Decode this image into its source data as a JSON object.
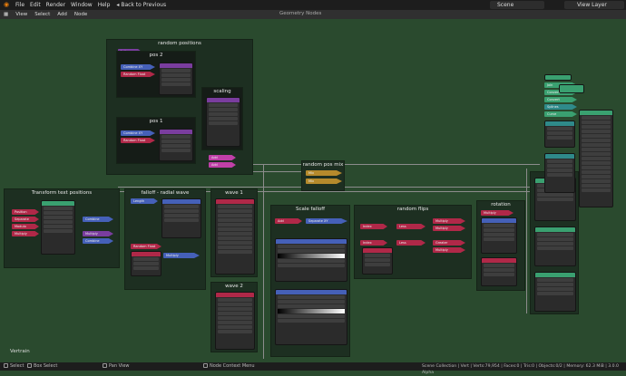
{
  "topbar": {
    "menu": [
      "File",
      "Edit",
      "Render",
      "Window",
      "Help"
    ],
    "back_label": "Back to Previous",
    "scene": "Scene",
    "view_layer": "View Layer"
  },
  "header": {
    "menu": [
      "View",
      "Select",
      "Add",
      "Node"
    ],
    "tree_name": "Geometry Nodes"
  },
  "frames": {
    "random_positions": "random positions",
    "pos2": "pos 2",
    "pos1": "pos 1",
    "scaling": "scaling",
    "random_pos_mix": "random pos mix",
    "transform_text": "Transform text positions",
    "falloff_radial": "falloff - radial wave",
    "wave1": "wave 1",
    "wave2": "wave 2",
    "scale_falloff": "Scale falloff",
    "random_flips": "random flips",
    "rotation": "rotation"
  },
  "object_label": "Vertrain",
  "statusbar": {
    "select": "Select",
    "box_select": "Box Select",
    "pan_view": "Pan View",
    "context_menu": "Node Context Menu",
    "stats": "Scene Collection | Vert | Verts:79,954 | Faces:0 | Tris:0 | Objects:0/2 | Memory: 62.3 MiB | 3.0.0 Alpha"
  },
  "colors": {
    "canvas": "#2a4a2e",
    "frame": "#1d2f21",
    "vector_socket": "#7a3d9e",
    "float_socket": "#4560b8",
    "geometry_socket": "#3aa070",
    "rotation_socket": "#b58a2c"
  }
}
